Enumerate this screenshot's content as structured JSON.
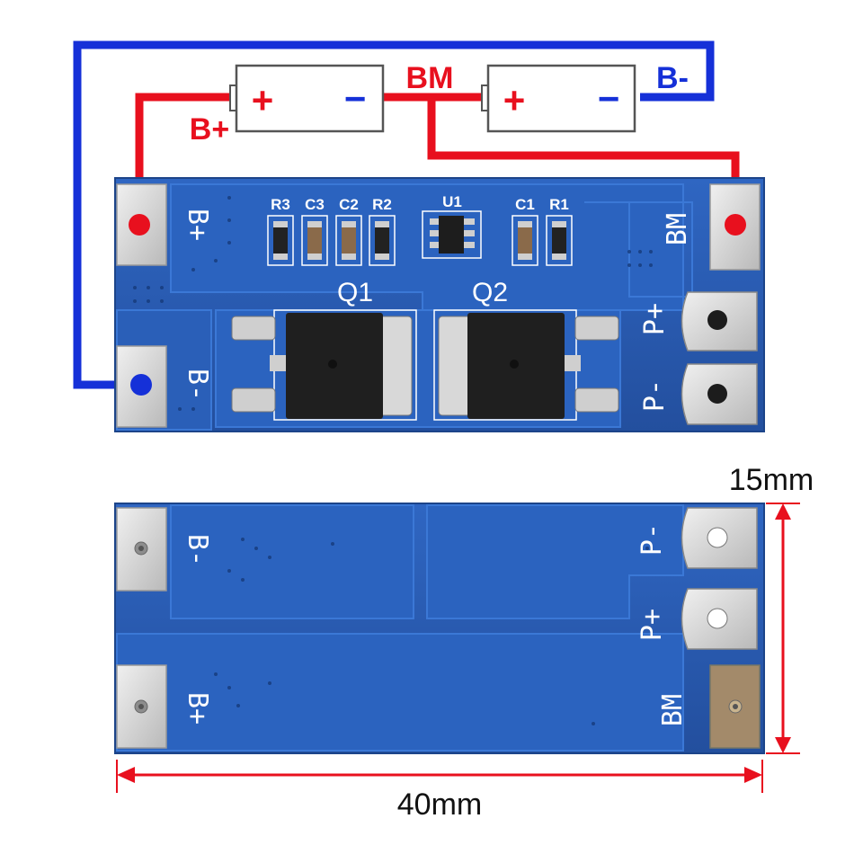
{
  "wiring": {
    "b_plus": "B+",
    "b_minus": "B-",
    "bm": "BM",
    "cell1_plus": "+",
    "cell1_minus": "−",
    "cell2_plus": "+",
    "cell2_minus": "−"
  },
  "top_board": {
    "pad_b_plus": "B+",
    "pad_b_minus": "B-",
    "pad_bm": "BM",
    "pad_p_plus": "P+",
    "pad_p_minus": "P-",
    "components": {
      "r3": "R3",
      "c3": "C3",
      "c2": "C2",
      "r2": "R2",
      "u1": "U1",
      "c1": "C1",
      "r1": "R1"
    },
    "mosfet_q1": "Q1",
    "mosfet_q2": "Q2"
  },
  "bottom_board": {
    "pad_b_minus": "B-",
    "pad_b_plus": "B+",
    "pad_bm": "BM",
    "pad_p_minus": "P-",
    "pad_p_plus": "P+"
  },
  "dimensions": {
    "height": "15mm",
    "width": "40mm"
  },
  "colors": {
    "wire_positive": "#e8101e",
    "wire_negative": "#1530d8",
    "pcb": "#2a5fb8",
    "pad": "#d8d8d8"
  }
}
